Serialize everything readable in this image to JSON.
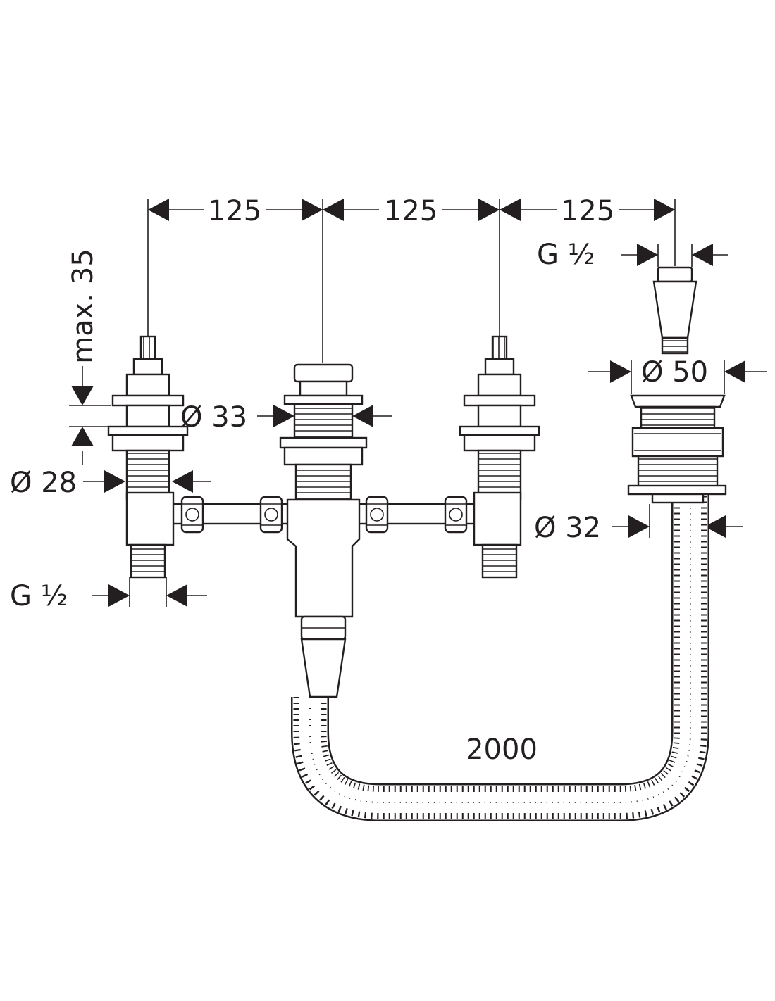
{
  "colors": {
    "line": "#231f20",
    "background": "#ffffff"
  },
  "dimensions": {
    "spacing_1": "125",
    "spacing_2": "125",
    "spacing_3": "125",
    "max_depth": "max. 35",
    "dia_valve_body": "Ø 28",
    "dia_mixer": "Ø 33",
    "thread_inlet": "G ½",
    "thread_spout": "G ½",
    "dia_spout": "Ø 50",
    "dia_hose": "Ø 32",
    "hose_length": "2000"
  }
}
